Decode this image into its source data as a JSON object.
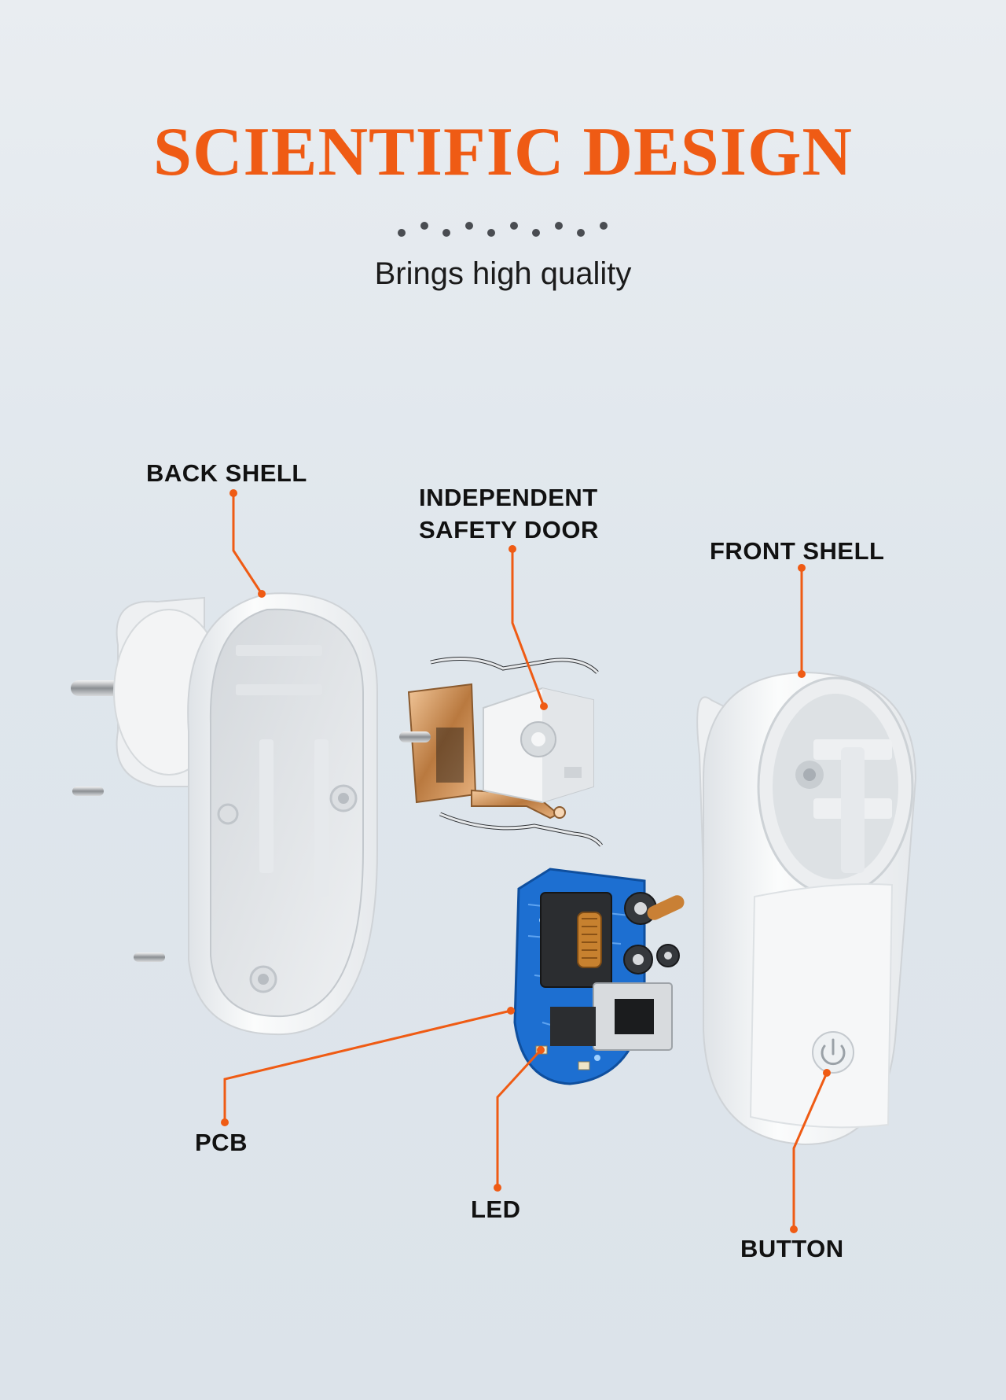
{
  "header": {
    "title": "SCIENTIFIC DESIGN",
    "subtitle": "Brings high quality"
  },
  "labels": {
    "back_shell": "BACK SHELL",
    "safety_door_line1": "INDEPENDENT",
    "safety_door_line2": "SAFETY DOOR",
    "front_shell": "FRONT SHELL",
    "pcb": "PCB",
    "led": "LED",
    "button": "BUTTON"
  },
  "colors": {
    "accent": "#ef5b14",
    "background": "#e3e9ee",
    "plastic": "#f7f8f9",
    "pcb_blue": "#1d6fd1"
  },
  "icons": {
    "front_button": "power-icon"
  }
}
